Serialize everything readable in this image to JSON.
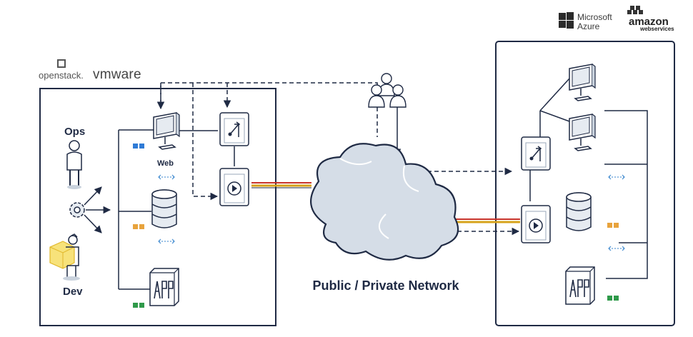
{
  "vendors": {
    "openstack": "openstack.",
    "vmware": "vmware",
    "microsoft_line1": "Microsoft",
    "microsoft_line2": "Azure",
    "amazon": "amazon",
    "aws": "webservices"
  },
  "labels": {
    "ops": "Ops",
    "dev": "Dev",
    "web": "Web",
    "network": "Public / Private Network"
  },
  "colors": {
    "line": "#1f2a44",
    "blue_badge": "#2f7bd6",
    "orange_badge": "#e8a33d",
    "green_badge": "#2f9a4a",
    "cloud_fill": "#d5dde7",
    "link_gold": "#d6a21a",
    "link_red": "#c8342a"
  }
}
